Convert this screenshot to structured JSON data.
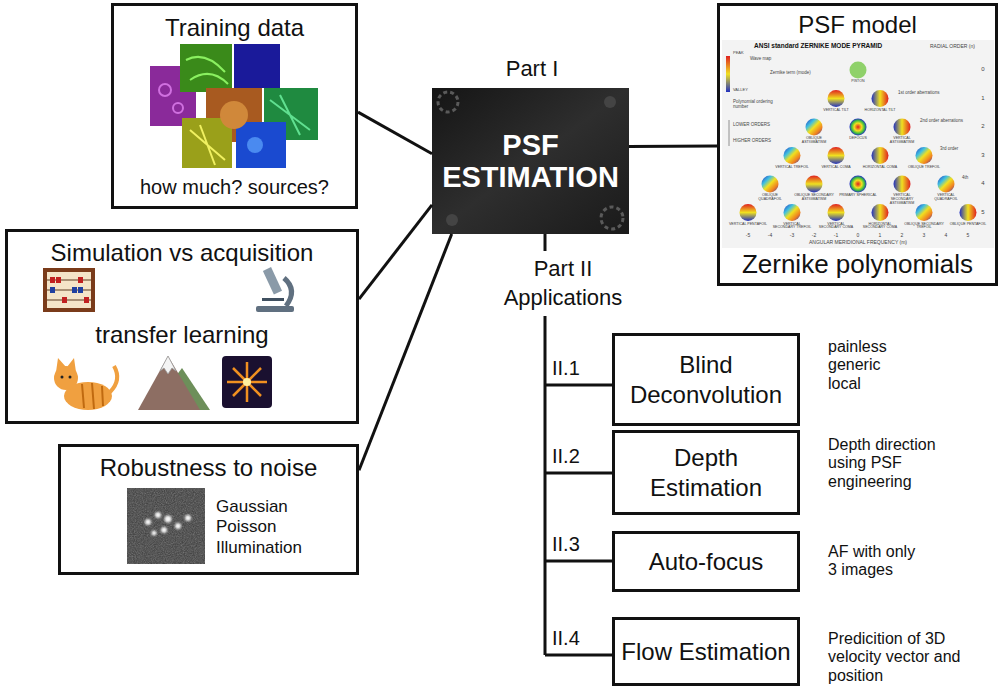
{
  "diagram": {
    "nodes": [
      {
        "text": [
          "Training data",
          "how much? sources?"
        ]
      },
      {
        "text": [
          "PSF ESTIMATION"
        ]
      },
      {
        "text": [
          "PSF model",
          "Zernike polynomials"
        ]
      },
      {
        "text": [
          "Simulation vs acquisition",
          "transfer learning"
        ]
      },
      {
        "text": [
          "Robustness to noise",
          "Gaussian Poisson Illumination"
        ]
      },
      {
        "text": [
          "Blind Deconvolution"
        ]
      },
      {
        "text": [
          "Depth Estimation"
        ]
      },
      {
        "text": [
          "Auto-focus"
        ]
      },
      {
        "text": [
          "Flow Estimation"
        ]
      }
    ],
    "edges": [
      {
        "from": 0,
        "to": 1,
        "arrow": "none"
      },
      {
        "from": 3,
        "to": 1,
        "arrow": "none"
      },
      {
        "from": 4,
        "to": 1,
        "arrow": "none"
      },
      {
        "from": 1,
        "to": 2,
        "arrow": "none"
      }
    ],
    "labels": [
      "Part I",
      "Part II Applications",
      "II.1",
      "painless generic local",
      "II.2",
      "Depth direction using PSF engineering",
      "II.3",
      "AF with only 3 images",
      "II.4",
      "Predicition of 3D velocity vector and position",
      "ANSI standard ZERNIKE MODE PYRAMID",
      "RADIAL ORDER (n)",
      "PEAK",
      "VALLEY",
      "Wave map",
      "Zernike term (mode)",
      "Polynomial ordering number",
      "LOWER ORDERS",
      "HIGHER ORDERS",
      "1st order aberrations",
      "2nd order aberrations",
      "3rd order",
      "4th",
      "0",
      "1",
      "2",
      "3",
      "4",
      "5",
      "PISTON",
      "VERTICAL TILT",
      "HORIZONTAL TILT",
      "OBLIQUE ASTIGMATISM",
      "DEFOCUS",
      "VERTICAL ASTIGMATISM",
      "VERTICAL TREFOIL",
      "VERTICAL COMA",
      "HORIZONTAL COMA",
      "OBLIQUE TREFOIL",
      "OBLIQUE QUADRAFOIL",
      "OBLIQUE SECONDARY ASTIGMATISM",
      "PRIMARY SPHERICAL",
      "VERTICAL SECONDARY ASTIGMATISM",
      "VERTICAL QUADRAFOIL",
      "VERTICAL PENTAFOIL",
      "VERTICAL SECONDARY TREFOIL",
      "VERTICAL SECONDARY COMA",
      "HORIZONTAL SECONDARY COMA",
      "OBLIQUE SECONDARY TREFOIL",
      "OBLIQUE PENTAFOIL",
      "-5",
      "-4",
      "-3",
      "-2",
      "-1",
      "0",
      "1",
      "2",
      "3",
      "4",
      "5",
      "ANGULAR MERIDIONAL FREQUENCY (m)"
    ]
  }
}
